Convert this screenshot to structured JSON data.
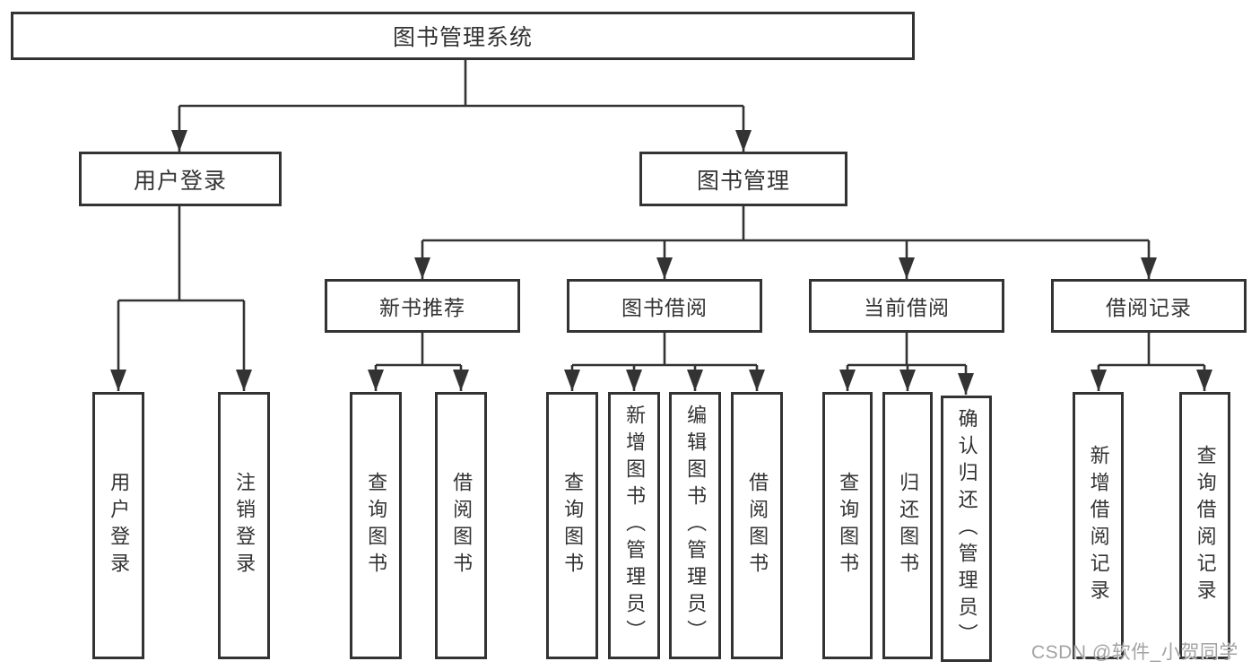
{
  "diagram": {
    "root": {
      "label": "图书管理系统"
    },
    "level1": [
      {
        "label": "用户登录",
        "children": [
          {
            "label": "用户登录"
          },
          {
            "label": "注销登录"
          }
        ]
      },
      {
        "label": "图书管理",
        "children": [
          {
            "label": "新书推荐",
            "children": [
              {
                "label": "查询图书"
              },
              {
                "label": "借阅图书"
              }
            ]
          },
          {
            "label": "图书借阅",
            "children": [
              {
                "label": "查询图书"
              },
              {
                "label": "新增图书（管理员）"
              },
              {
                "label": "编辑图书（管理员）"
              },
              {
                "label": "借阅图书"
              }
            ]
          },
          {
            "label": "当前借阅",
            "children": [
              {
                "label": "查询图书"
              },
              {
                "label": "归还图书"
              },
              {
                "label": "确认归还（管理员）"
              }
            ]
          },
          {
            "label": "借阅记录",
            "children": [
              {
                "label": "新增借阅记录"
              },
              {
                "label": "查询借阅记录"
              }
            ]
          }
        ]
      }
    ]
  },
  "watermark": {
    "text": "CSDN @软件_小贺同学"
  },
  "colors": {
    "line": "#333333",
    "text": "#333333",
    "background": "#ffffff",
    "watermark": "#a3a3a3"
  }
}
